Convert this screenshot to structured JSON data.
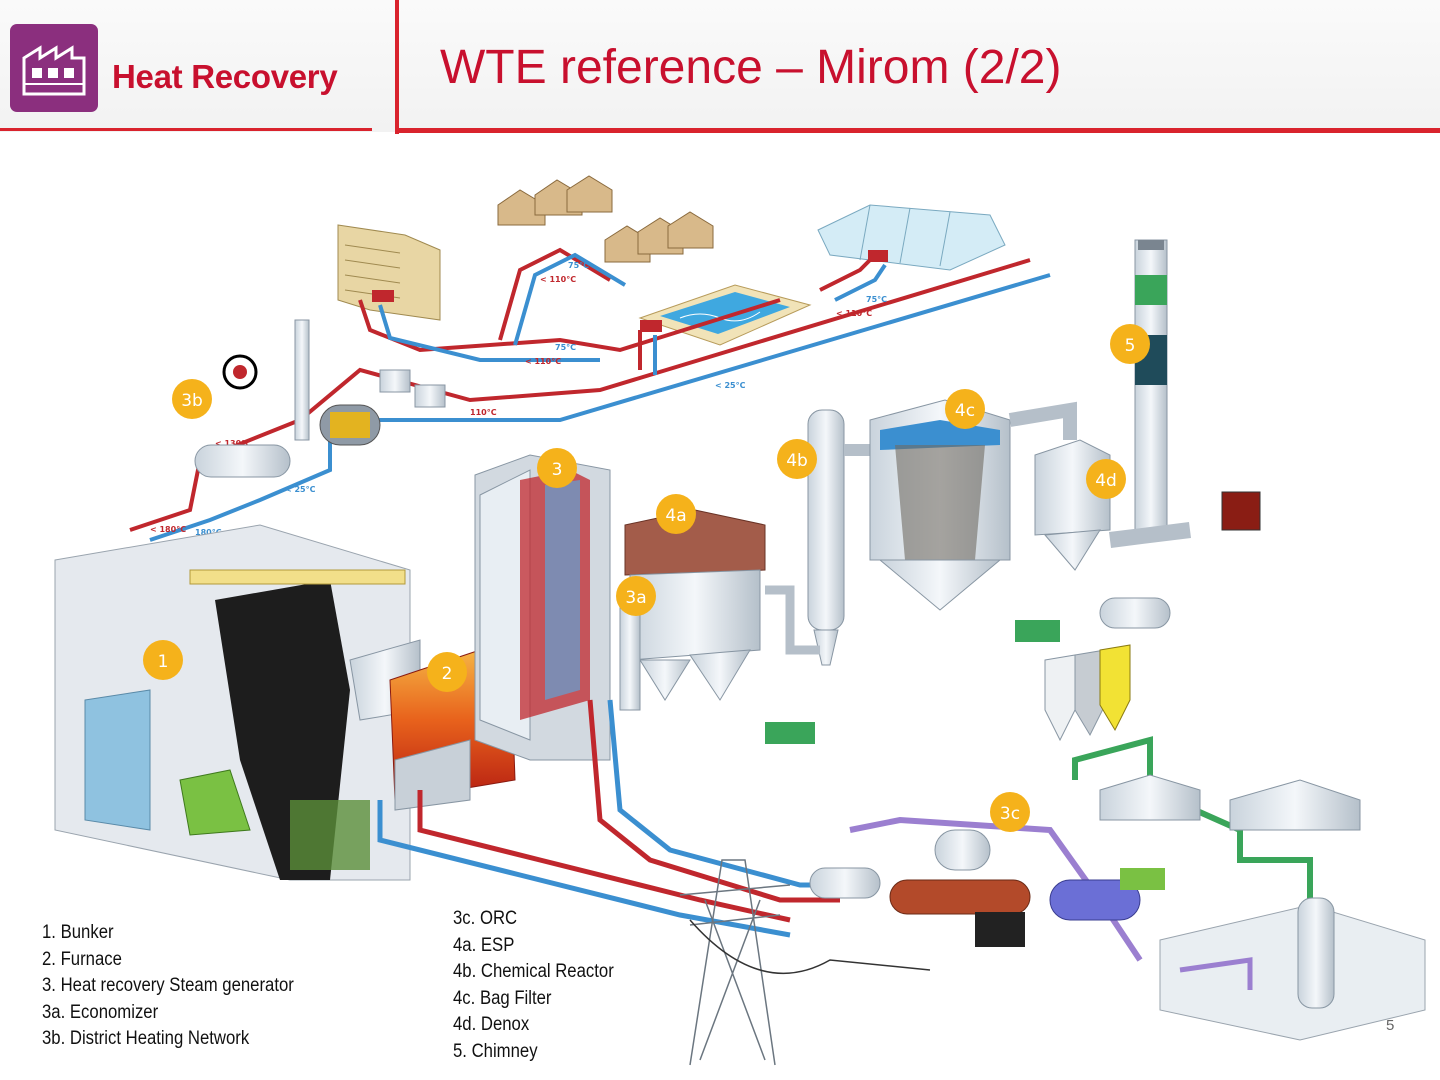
{
  "header": {
    "section_title": "Heat Recovery",
    "slide_title": "WTE reference – Mirom (2/2)",
    "logo_icon": "factory-icon"
  },
  "diagram": {
    "badges": [
      "1",
      "2",
      "3",
      "3a",
      "3b",
      "3c",
      "4a",
      "4b",
      "4c",
      "4d",
      "5"
    ],
    "temperature_labels": {
      "t1": "75°C",
      "t2": "< 110°C",
      "t3": "75°C",
      "t4": "< 110°C",
      "t5": "75°C",
      "t6": "< 110°C",
      "t7": "< 25°C",
      "t8": "110°C",
      "t9": "< 130°C",
      "t10": "< 25°C",
      "t11": "< 180°C",
      "t12": "180°C"
    },
    "colors": {
      "hot_pipe": "#c0272d",
      "cold_pipe": "#3b8fd0",
      "badge": "#f5b21b",
      "orc_loop": "#9b7fd0",
      "cooling_loop": "#3aa55a"
    }
  },
  "legend_left": [
    "1. Bunker",
    "2. Furnace",
    "3. Heat recovery Steam generator",
    "3a. Economizer",
    "3b. District Heating Network"
  ],
  "legend_right": [
    "3c. ORC",
    "4a. ESP",
    "4b. Chemical Reactor",
    "4c. Bag Filter",
    "4d. Denox",
    "5.   Chimney"
  ],
  "page_number": "5"
}
